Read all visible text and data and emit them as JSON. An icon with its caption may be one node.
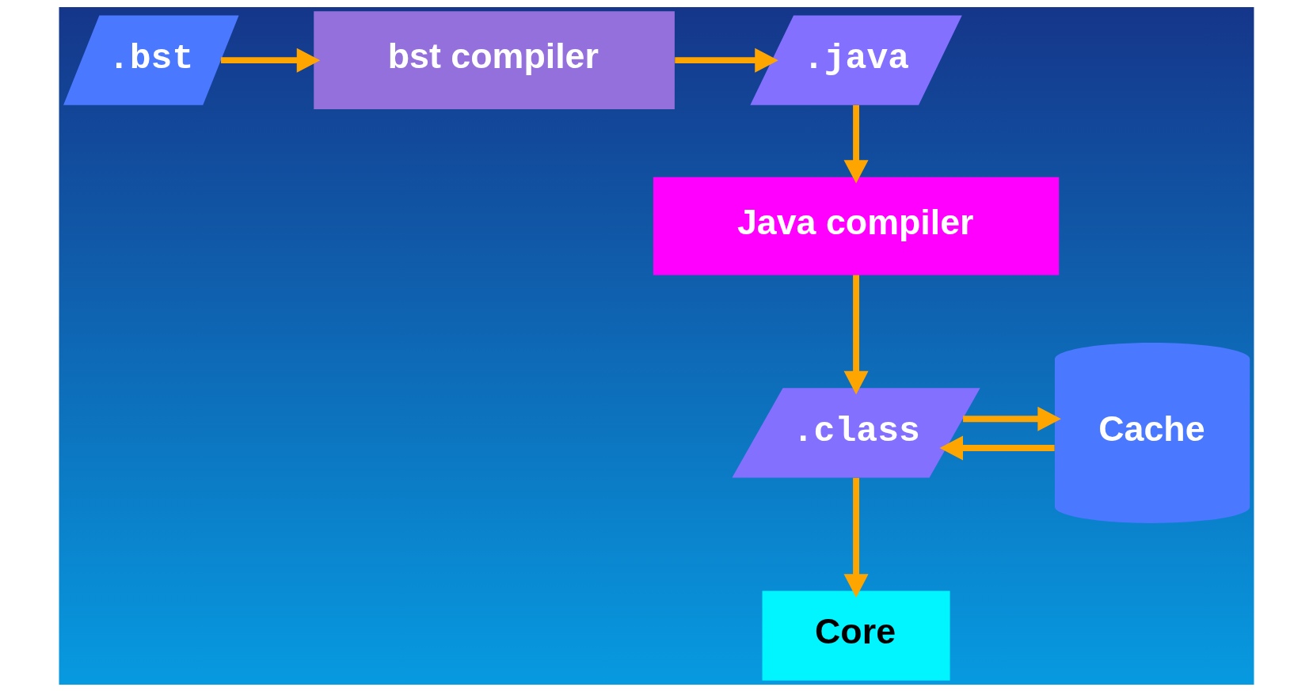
{
  "diagram": {
    "nodes": [
      {
        "text": [
          ".bst"
        ]
      },
      {
        "text": [
          "bst compiler"
        ]
      },
      {
        "text": [
          ".java"
        ]
      },
      {
        "text": [
          "Java compiler"
        ]
      },
      {
        "text": [
          ".class"
        ]
      },
      {
        "text": [
          "Cache"
        ]
      },
      {
        "text": [
          "Core"
        ]
      }
    ],
    "edges": [
      {
        "from": 0,
        "to": 1,
        "arrow": "to"
      },
      {
        "from": 1,
        "to": 2,
        "arrow": "to"
      },
      {
        "from": 2,
        "to": 3,
        "arrow": "to"
      },
      {
        "from": 3,
        "to": 4,
        "arrow": "to"
      },
      {
        "from": 4,
        "to": 5,
        "arrow": "to"
      },
      {
        "from": 5,
        "to": 4,
        "arrow": "to"
      },
      {
        "from": 4,
        "to": 6,
        "arrow": "to"
      }
    ]
  }
}
